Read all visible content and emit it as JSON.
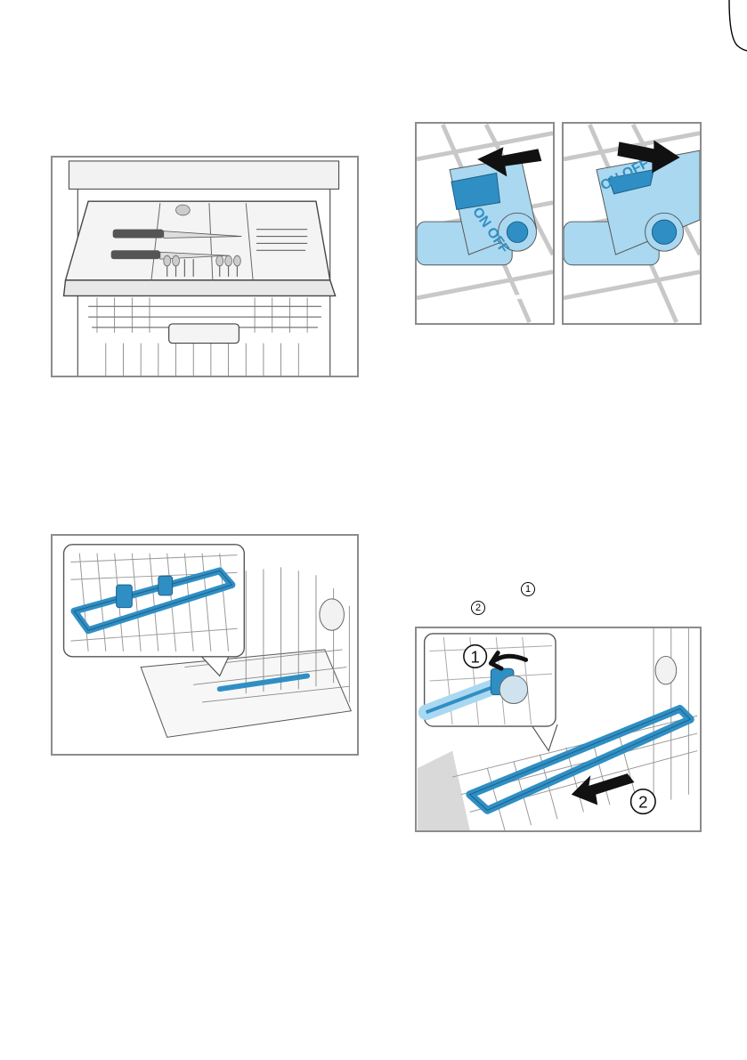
{
  "figures": {
    "switch_on": {
      "label": "ON OFF"
    },
    "switch_off": {
      "label": "ON OFF"
    },
    "remove": {
      "step1": "1",
      "step2": "2"
    }
  },
  "step_refs": [
    "1",
    "2"
  ],
  "colors": {
    "accent_blue": "#2f8fc4",
    "light_blue": "#a9d8f0",
    "frame_gray": "#8c8c8c"
  }
}
